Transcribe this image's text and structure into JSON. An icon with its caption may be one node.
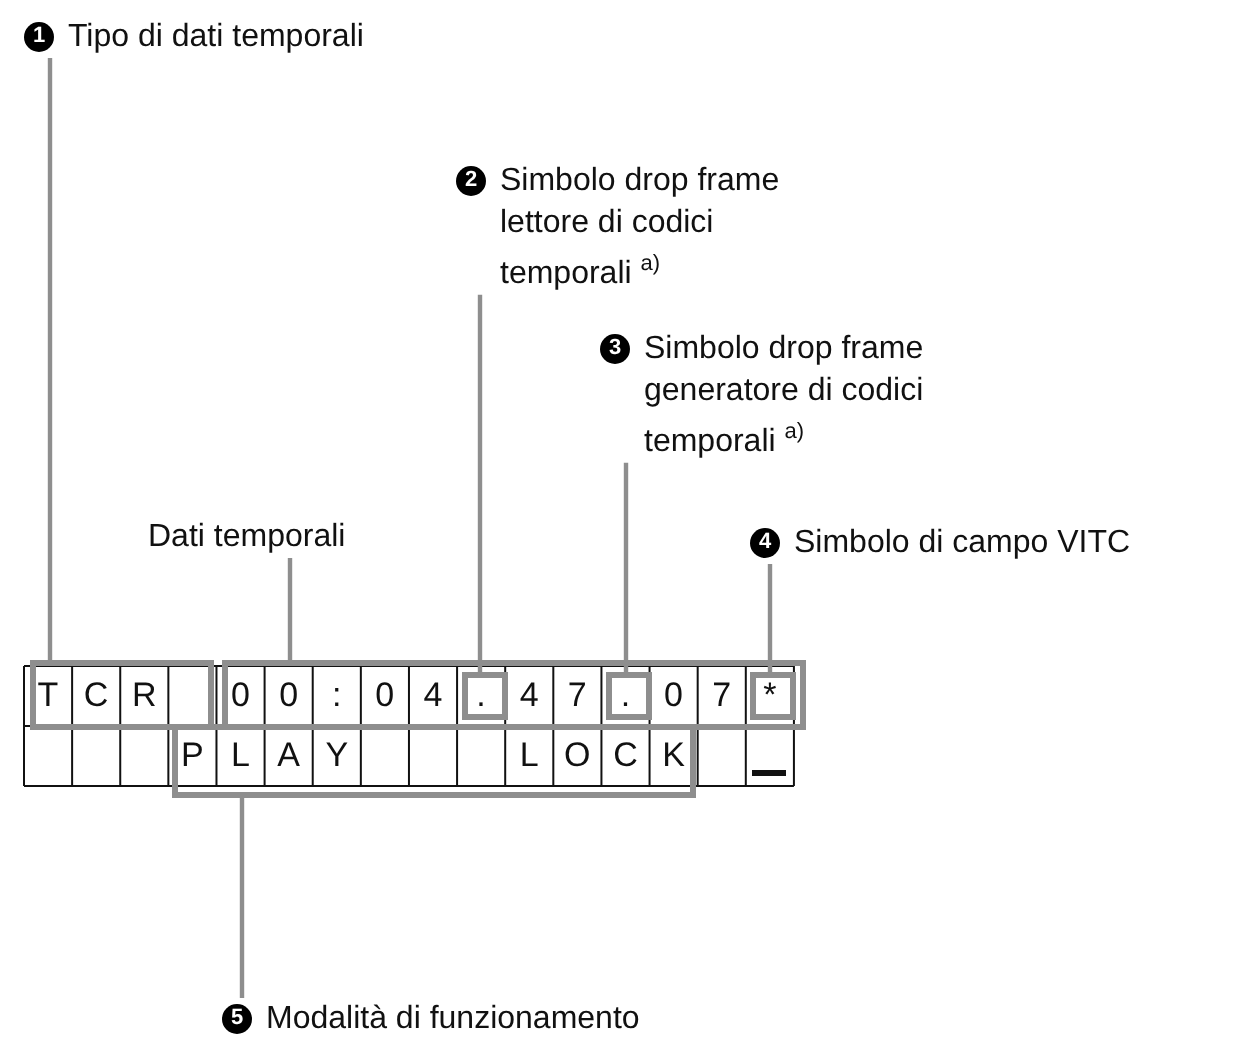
{
  "diagram": {
    "nodes": [
      {
        "text": [
          "1",
          "Tipo di dati temporali"
        ]
      },
      {
        "text": [
          "2",
          "Simbolo drop frame lettore di codici temporali $^{a)}$"
        ]
      },
      {
        "text": [
          "3",
          "Simbolo drop frame generatore di codici temporali $^{a)}$"
        ]
      },
      {
        "text": [
          "Dati temporali"
        ]
      },
      {
        "text": [
          "4",
          "Simbolo di campo VITC"
        ]
      },
      {
        "text": [
          "5",
          "Modalità di funzionamento"
        ]
      },
      {
        "text": [],
        "shape": "box"
      },
      {
        "text": [],
        "shape": "box"
      },
      {
        "text": [],
        "shape": "box",
        "in": 7
      },
      {
        "text": [],
        "shape": "box",
        "in": 7
      },
      {
        "text": [],
        "shape": "box",
        "in": 7
      },
      {
        "text": [],
        "shape": "box"
      }
    ],
    "edges": [
      {
        "from": 0,
        "to": 6,
        "arrow": "none"
      },
      {
        "from": 1,
        "to": 8,
        "arrow": "none"
      },
      {
        "from": 2,
        "to": 9,
        "arrow": "none"
      },
      {
        "from": 3,
        "to": 7,
        "arrow": "none"
      },
      {
        "from": 4,
        "to": 10,
        "arrow": "none"
      },
      {
        "from": 5,
        "to": 11,
        "arrow": "none"
      }
    ],
    "labels": [
      "T",
      "C",
      "R",
      "0",
      "0",
      ":",
      "0",
      "4",
      ".",
      "4",
      "7",
      ".",
      "0",
      "7",
      "*",
      "P",
      "L",
      "A",
      "Y",
      "L",
      "O",
      "C",
      "K"
    ]
  }
}
